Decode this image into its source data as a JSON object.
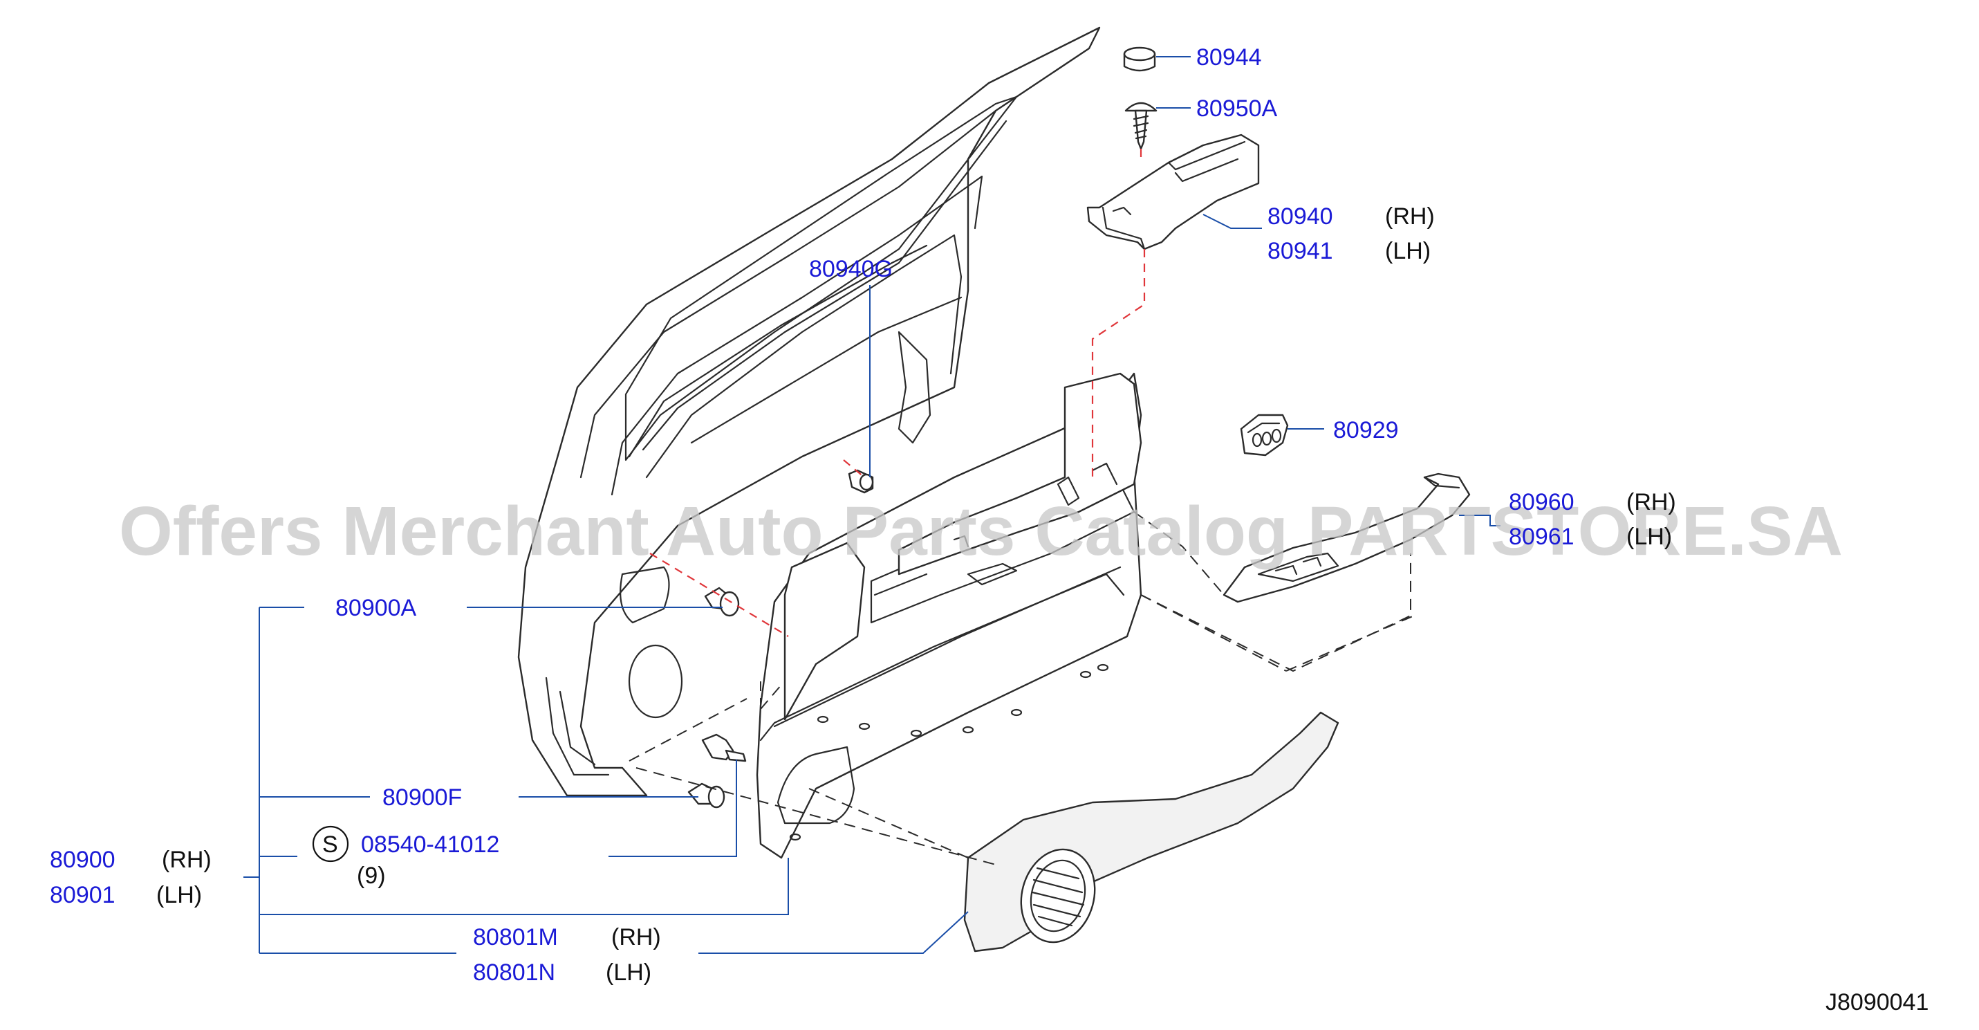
{
  "watermark": "Offers Merchant Auto Parts Catalog PARTSTORE.SA",
  "diagram_code": "J8090041",
  "callouts": {
    "p80944": "80944",
    "p80950a": "80950A",
    "p80940": "80940",
    "p80940_side": "(RH)",
    "p80941": "80941",
    "p80941_side": "(LH)",
    "p80940g": "80940G",
    "p80929": "80929",
    "p80960": "80960",
    "p80960_side": "(RH)",
    "p80961": "80961",
    "p80961_side": "(LH)",
    "p80900a": "80900A",
    "p80900f": "80900F",
    "screw_symbol": "S",
    "screw_part": "08540-41012",
    "screw_qty": "(9)",
    "p80900": "80900",
    "p80900_side": "(RH)",
    "p80901": "80901",
    "p80901_side": "(LH)",
    "p80801m": "80801M",
    "p80801m_side": "(RH)",
    "p80801n": "80801N",
    "p80801n_side": "(LH)"
  }
}
